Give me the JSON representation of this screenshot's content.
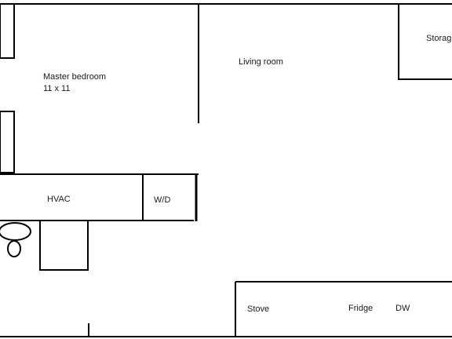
{
  "rooms": {
    "master_bedroom": {
      "name": "Master bedroom",
      "size": "11 x 11"
    },
    "living_room": {
      "name": "Living room"
    },
    "storage": {
      "name": "Storag"
    },
    "hvac": {
      "name": "HVAC"
    },
    "washer_dryer": {
      "name": "W/D"
    }
  },
  "kitchen": {
    "stove": "Stove",
    "fridge": "Fridge",
    "dishwasher": "DW"
  }
}
